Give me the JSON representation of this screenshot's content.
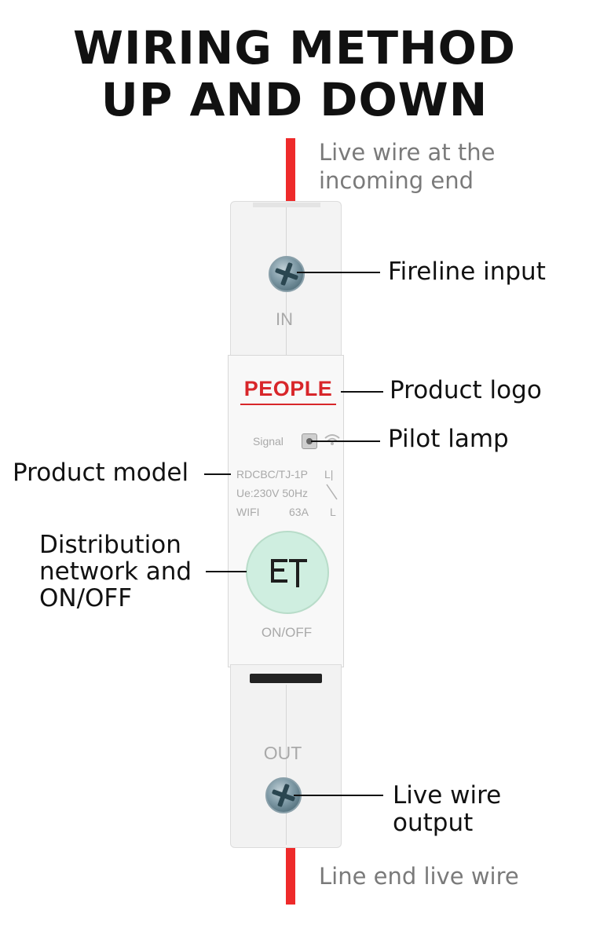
{
  "title": {
    "line1": "WIRING METHOD",
    "line2": "UP AND DOWN"
  },
  "notes": {
    "top": "Live wire at the incoming end",
    "bottom": "Line end live wire"
  },
  "device": {
    "in_label": "IN",
    "out_label": "OUT",
    "logo": "PEOPLE",
    "signal_label": "Signal",
    "spec": {
      "model": "RDCBC/TJ-1P",
      "rating": "Ue:230V 50Hz",
      "wifi": "WIFI",
      "current": "63A",
      "l_top": "L|",
      "l_bottom": "L"
    },
    "button_glyph": "ET",
    "onoff_label": "ON/OFF",
    "colors": {
      "wire": "#ee2a2a",
      "logo": "#d8262a",
      "button": "#cfeee0"
    }
  },
  "callouts": {
    "fireline_input": "Fireline input",
    "product_logo": "Product logo",
    "pilot_lamp": "Pilot lamp",
    "product_model": "Product model",
    "distribution": [
      "Distribution",
      "network and",
      "ON/OFF"
    ],
    "live_wire_output": [
      "Live wire",
      "output"
    ]
  }
}
